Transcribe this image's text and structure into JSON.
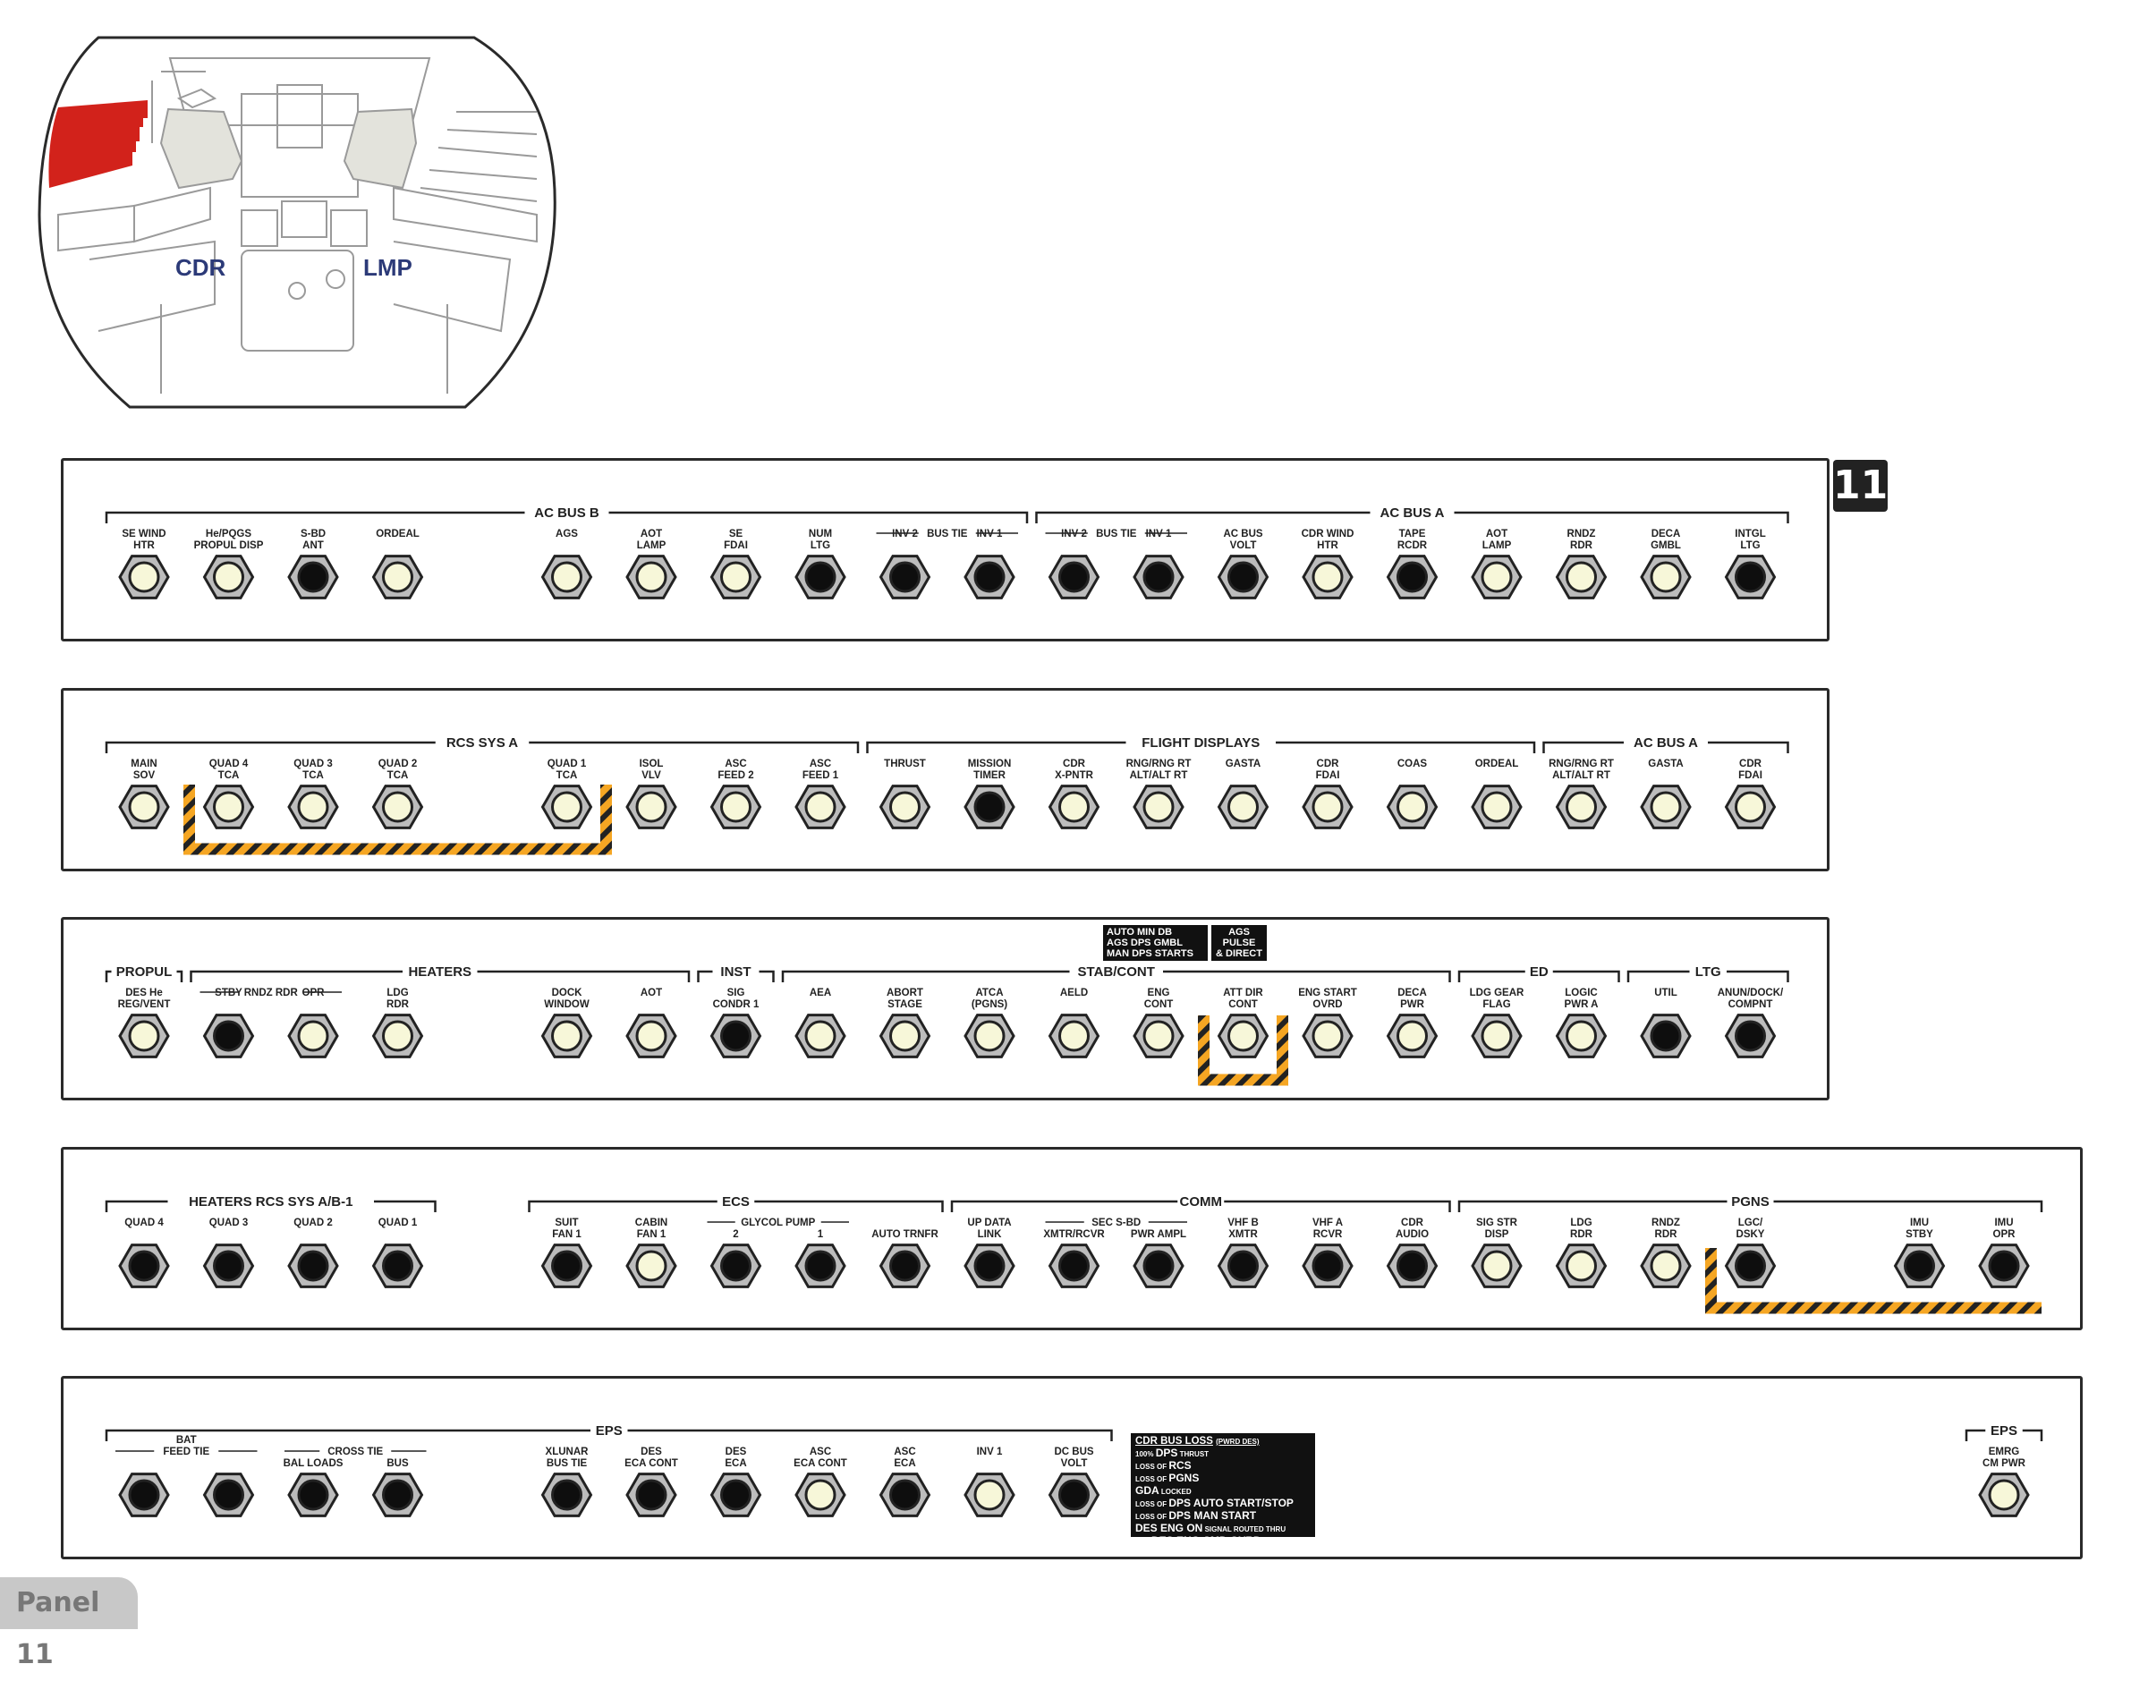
{
  "panel_tab": "Panel 11",
  "panel_badge": "11",
  "cockpit": {
    "cdr_label": "CDR",
    "lmp_label": "LMP",
    "highlight_color": "#d2221b"
  },
  "colors": {
    "cap_light": "#f7f7d9",
    "cap_dark": "#0e0e0e",
    "hatch": "#f5a623"
  },
  "rows": [
    {
      "groups": [
        {
          "label": "AC BUS B",
          "from": 0,
          "to": 10
        },
        {
          "label": "BUS TIE",
          "from": 9,
          "to": 10,
          "sub": true
        },
        {
          "label": "AC BUS A",
          "from": 11,
          "to": 19
        },
        {
          "label": "BUS TIE",
          "from": 11,
          "to": 12,
          "sub": true
        }
      ],
      "breakers": [
        {
          "col": 0,
          "l1": "SE WIND",
          "l2": "HTR",
          "state": "light"
        },
        {
          "col": 1,
          "l1": "He/PQGS",
          "l2": "PROPUL DISP",
          "state": "light"
        },
        {
          "col": 2,
          "l1": "S-BD",
          "l2": "ANT",
          "state": "dark"
        },
        {
          "col": 3,
          "l1": "ORDEAL",
          "l2": "",
          "state": "light"
        },
        {
          "col": 5,
          "l1": "AGS",
          "l2": "",
          "state": "light"
        },
        {
          "col": 6,
          "l1": "AOT",
          "l2": "LAMP",
          "state": "light"
        },
        {
          "col": 7,
          "l1": "SE",
          "l2": "FDAI",
          "state": "light"
        },
        {
          "col": 8,
          "l1": "NUM",
          "l2": "LTG",
          "state": "dark"
        },
        {
          "col": 9,
          "l1": "INV 2",
          "l2": "",
          "state": "dark"
        },
        {
          "col": 10,
          "l1": "INV 1",
          "l2": "",
          "state": "dark"
        },
        {
          "col": 11,
          "l1": "INV 2",
          "l2": "",
          "state": "dark"
        },
        {
          "col": 12,
          "l1": "INV 1",
          "l2": "",
          "state": "dark"
        },
        {
          "col": 13,
          "l1": "AC BUS",
          "l2": "VOLT",
          "state": "dark"
        },
        {
          "col": 14,
          "l1": "CDR WIND",
          "l2": "HTR",
          "state": "light"
        },
        {
          "col": 15,
          "l1": "TAPE",
          "l2": "RCDR",
          "state": "dark"
        },
        {
          "col": 16,
          "l1": "AOT",
          "l2": "LAMP",
          "state": "light"
        },
        {
          "col": 17,
          "l1": "RNDZ",
          "l2": "RDR",
          "state": "light"
        },
        {
          "col": 18,
          "l1": "DECA",
          "l2": "GMBL",
          "state": "light"
        },
        {
          "col": 19,
          "l1": "INTGL",
          "l2": "LTG",
          "state": "dark"
        }
      ]
    },
    {
      "groups": [
        {
          "label": "RCS SYS A",
          "from": 0,
          "to": 8
        },
        {
          "label": "FLIGHT DISPLAYS",
          "from": 9,
          "to": 16
        },
        {
          "label": "AC BUS A",
          "from": 17,
          "to": 19
        }
      ],
      "breakers": [
        {
          "col": 0,
          "l1": "MAIN",
          "l2": "SOV",
          "state": "light"
        },
        {
          "col": 1,
          "l1": "QUAD 4",
          "l2": "TCA",
          "state": "light"
        },
        {
          "col": 2,
          "l1": "QUAD 3",
          "l2": "TCA",
          "state": "light"
        },
        {
          "col": 3,
          "l1": "QUAD 2",
          "l2": "TCA",
          "state": "light"
        },
        {
          "col": 5,
          "l1": "QUAD 1",
          "l2": "TCA",
          "state": "light"
        },
        {
          "col": 6,
          "l1": "ISOL",
          "l2": "VLV",
          "state": "light"
        },
        {
          "col": 7,
          "l1": "ASC",
          "l2": "FEED 2",
          "state": "light"
        },
        {
          "col": 8,
          "l1": "ASC",
          "l2": "FEED 1",
          "state": "light"
        },
        {
          "col": 9,
          "l1": "THRUST",
          "l2": "",
          "state": "light"
        },
        {
          "col": 10,
          "l1": "MISSION",
          "l2": "TIMER",
          "state": "dark"
        },
        {
          "col": 11,
          "l1": "CDR",
          "l2": "X-PNTR",
          "state": "light"
        },
        {
          "col": 12,
          "l1": "RNG/RNG RT",
          "l2": "ALT/ALT RT",
          "state": "light"
        },
        {
          "col": 13,
          "l1": "GASTA",
          "l2": "",
          "state": "light"
        },
        {
          "col": 14,
          "l1": "CDR",
          "l2": "FDAI",
          "state": "light"
        },
        {
          "col": 15,
          "l1": "COAS",
          "l2": "",
          "state": "light"
        },
        {
          "col": 16,
          "l1": "ORDEAL",
          "l2": "",
          "state": "light"
        },
        {
          "col": 17,
          "l1": "RNG/RNG RT",
          "l2": "ALT/ALT RT",
          "state": "light"
        },
        {
          "col": 18,
          "l1": "GASTA",
          "l2": "",
          "state": "light"
        },
        {
          "col": 19,
          "l1": "CDR",
          "l2": "FDAI",
          "state": "light"
        }
      ]
    },
    {
      "groups": [
        {
          "label": "PROPUL",
          "from": 0,
          "to": 0
        },
        {
          "label": "HEATERS",
          "from": 1,
          "to": 6
        },
        {
          "label": "RNDZ RDR",
          "from": 1,
          "to": 2,
          "sub": true
        },
        {
          "label": "INST",
          "from": 7,
          "to": 7
        },
        {
          "label": "STAB/CONT",
          "from": 8,
          "to": 15
        },
        {
          "label": "ED",
          "from": 16,
          "to": 17
        },
        {
          "label": "LTG",
          "from": 18,
          "to": 19
        }
      ],
      "breakers": [
        {
          "col": 0,
          "l1": "DES He",
          "l2": "REG/VENT",
          "state": "light"
        },
        {
          "col": 1,
          "l1": "STBY",
          "l2": "",
          "state": "dark"
        },
        {
          "col": 2,
          "l1": "OPR",
          "l2": "",
          "state": "light"
        },
        {
          "col": 3,
          "l1": "LDG",
          "l2": "RDR",
          "state": "light"
        },
        {
          "col": 5,
          "l1": "DOCK",
          "l2": "WINDOW",
          "state": "light"
        },
        {
          "col": 6,
          "l1": "AOT",
          "l2": "",
          "state": "light"
        },
        {
          "col": 7,
          "l1": "SIG",
          "l2": "CONDR 1",
          "state": "dark"
        },
        {
          "col": 8,
          "l1": "AEA",
          "l2": "",
          "state": "light"
        },
        {
          "col": 9,
          "l1": "ABORT",
          "l2": "STAGE",
          "state": "light"
        },
        {
          "col": 10,
          "l1": "ATCA",
          "l2": "(PGNS)",
          "state": "light"
        },
        {
          "col": 11,
          "l1": "AELD",
          "l2": "",
          "state": "light"
        },
        {
          "col": 12,
          "l1": "ENG",
          "l2": "CONT",
          "state": "light"
        },
        {
          "col": 13,
          "l1": "ATT DIR",
          "l2": "CONT",
          "state": "light"
        },
        {
          "col": 14,
          "l1": "ENG START",
          "l2": "OVRD",
          "state": "light"
        },
        {
          "col": 15,
          "l1": "DECA",
          "l2": "PWR",
          "state": "light"
        },
        {
          "col": 16,
          "l1": "LDG GEAR",
          "l2": "FLAG",
          "state": "light"
        },
        {
          "col": 17,
          "l1": "LOGIC",
          "l2": "PWR A",
          "state": "light"
        },
        {
          "col": 18,
          "l1": "UTIL",
          "l2": "",
          "state": "dark"
        },
        {
          "col": 19,
          "l1": "ANUN/DOCK/",
          "l2": "COMPNT",
          "state": "dark"
        }
      ],
      "notes": {
        "auto_min_db": [
          "AUTO MIN DB",
          "AGS DPS GMBL",
          "MAN DPS STARTS"
        ],
        "ags_pulse": [
          "AGS",
          "PULSE",
          "& DIRECT"
        ]
      }
    },
    {
      "groups": [
        {
          "label": "HEATERS RCS SYS A/B-1",
          "from": 0,
          "to": 3
        },
        {
          "label": "ECS",
          "from": 5,
          "to": 9
        },
        {
          "label": "GLYCOL PUMP",
          "from": 7,
          "to": 8,
          "sub": true
        },
        {
          "label": "COMM",
          "from": 10,
          "to": 15
        },
        {
          "label": "SEC S-BD",
          "from": 11,
          "to": 12,
          "sub": true
        },
        {
          "label": "PGNS",
          "from": 16,
          "to": 22
        }
      ],
      "breakers": [
        {
          "col": 0,
          "l1": "QUAD 4",
          "l2": "",
          "state": "dark"
        },
        {
          "col": 1,
          "l1": "QUAD 3",
          "l2": "",
          "state": "dark"
        },
        {
          "col": 2,
          "l1": "QUAD 2",
          "l2": "",
          "state": "dark"
        },
        {
          "col": 3,
          "l1": "QUAD 1",
          "l2": "",
          "state": "dark"
        },
        {
          "col": 5,
          "l1": "SUIT",
          "l2": "FAN 1",
          "state": "dark"
        },
        {
          "col": 6,
          "l1": "CABIN",
          "l2": "FAN 1",
          "state": "light"
        },
        {
          "col": 7,
          "l1": "",
          "l2": "2",
          "state": "dark"
        },
        {
          "col": 8,
          "l1": "",
          "l2": "1",
          "state": "dark"
        },
        {
          "col": 9,
          "l1": "",
          "l2": "AUTO TRNFR",
          "state": "dark"
        },
        {
          "col": 10,
          "l1": "UP DATA",
          "l2": "LINK",
          "state": "dark"
        },
        {
          "col": 11,
          "l1": "",
          "l2": "XMTR/RCVR",
          "state": "dark"
        },
        {
          "col": 12,
          "l1": "",
          "l2": "PWR AMPL",
          "state": "dark"
        },
        {
          "col": 13,
          "l1": "VHF B",
          "l2": "XMTR",
          "state": "dark"
        },
        {
          "col": 14,
          "l1": "VHF A",
          "l2": "RCVR",
          "state": "dark"
        },
        {
          "col": 15,
          "l1": "CDR",
          "l2": "AUDIO",
          "state": "dark"
        },
        {
          "col": 16,
          "l1": "SIG STR",
          "l2": "DISP",
          "state": "light"
        },
        {
          "col": 17,
          "l1": "LDG",
          "l2": "RDR",
          "state": "light"
        },
        {
          "col": 18,
          "l1": "RNDZ",
          "l2": "RDR",
          "state": "light"
        },
        {
          "col": 19,
          "l1": "LGC/",
          "l2": "DSKY",
          "state": "dark"
        },
        {
          "col": 21,
          "l1": "IMU",
          "l2": "STBY",
          "state": "dark"
        },
        {
          "col": 22,
          "l1": "IMU",
          "l2": "OPR",
          "state": "dark"
        }
      ]
    },
    {
      "groups": [
        {
          "label": "EPS",
          "from": 0,
          "to": 11
        },
        {
          "label": "FEED TIE",
          "from": 0,
          "to": 1,
          "sub": true
        },
        {
          "label": "CROSS TIE",
          "from": 2,
          "to": 3,
          "sub": true
        },
        {
          "label": "EPS",
          "from": 22,
          "to": 22
        }
      ],
      "breakers": [
        {
          "col": 0,
          "l1": "",
          "l2": "",
          "state": "dark"
        },
        {
          "col": 1,
          "l1": "",
          "l2": "",
          "state": "dark"
        },
        {
          "col": 2,
          "l1": "",
          "l2": "BAL LOADS",
          "state": "dark"
        },
        {
          "col": 3,
          "l1": "",
          "l2": "BUS",
          "state": "dark"
        },
        {
          "col": 5,
          "l1": "XLUNAR",
          "l2": "BUS TIE",
          "state": "dark"
        },
        {
          "col": 6,
          "l1": "DES",
          "l2": "ECA CONT",
          "state": "dark"
        },
        {
          "col": 7,
          "l1": "DES",
          "l2": "ECA",
          "state": "dark"
        },
        {
          "col": 8,
          "l1": "ASC",
          "l2": "ECA CONT",
          "state": "light"
        },
        {
          "col": 9,
          "l1": "ASC",
          "l2": "ECA",
          "state": "dark"
        },
        {
          "col": 10,
          "l1": "INV 1",
          "l2": "",
          "state": "light"
        },
        {
          "col": 11,
          "l1": "DC BUS",
          "l2": "VOLT",
          "state": "dark"
        },
        {
          "col": 22,
          "l1": "EMRG",
          "l2": "CM PWR",
          "state": "light"
        }
      ],
      "bat_label": "BAT",
      "cdr_bus_loss": {
        "title": "CDR BUS LOSS",
        "title_sub": "(PWRD DES)",
        "lines": [
          [
            "100% ",
            "DPS",
            " THRUST"
          ],
          [
            "LOSS OF ",
            "RCS",
            ""
          ],
          [
            "LOSS OF ",
            "PGNS",
            ""
          ],
          [
            "",
            "GDA",
            " LOCKED"
          ],
          [
            "LOSS OF ",
            "DPS AUTO START/STOP",
            ""
          ],
          [
            "LOSS OF ",
            "DPS MAN START",
            ""
          ],
          [
            "",
            "DES ENG ON",
            " SIGNAL ROUTED THRU"
          ],
          [
            "",
            "DES ENG CMD OVRD",
            " SW"
          ]
        ]
      }
    }
  ]
}
